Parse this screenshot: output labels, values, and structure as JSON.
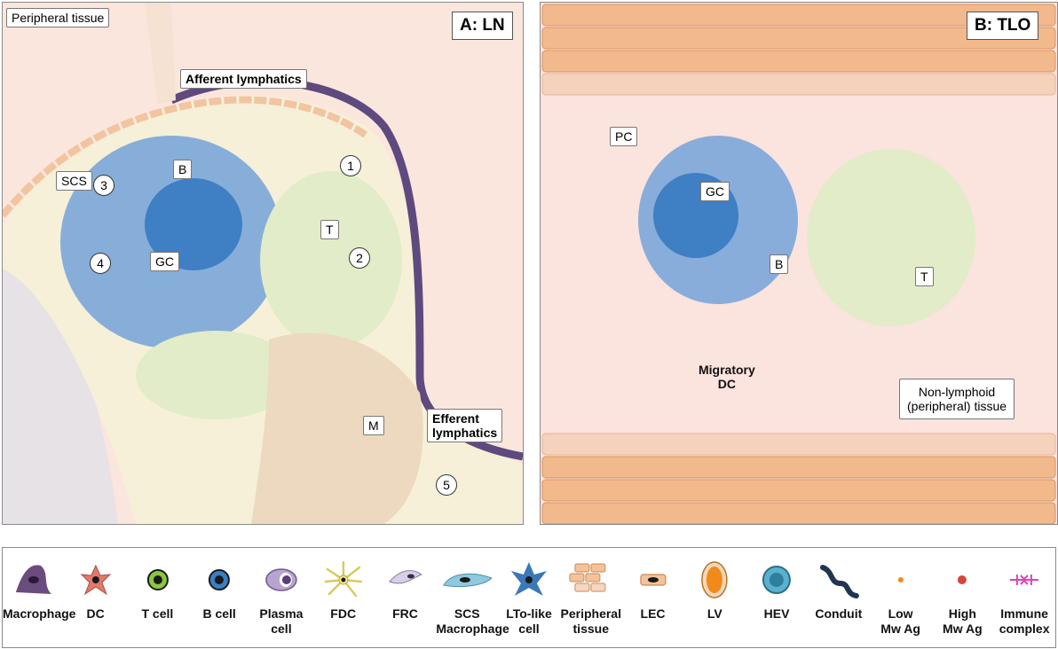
{
  "panel_a": {
    "title": "A: LN",
    "labels": {
      "peripheral_tissue": "Peripheral tissue",
      "afferent_lymphatics": "Afferent lymphatics",
      "efferent_lymphatics": "Efferent\nlymphatics",
      "scs": "SCS",
      "b": "B",
      "gc": "GC",
      "t": "T",
      "m": "M"
    },
    "steps": [
      "1",
      "2",
      "3",
      "4",
      "5"
    ]
  },
  "panel_b": {
    "title": "B: TLO",
    "labels": {
      "pc": "PC",
      "gc": "GC",
      "b": "B",
      "t": "T",
      "migratory_dc": "Migratory\nDC",
      "non_lymphoid": "Non-lymphoid\n(peripheral) tissue"
    }
  },
  "legend": {
    "items": [
      {
        "label": "Macrophage",
        "icon": "macrophage-icon",
        "color": "#6b4c7e"
      },
      {
        "label": "DC",
        "icon": "dendritic-cell-icon",
        "color": "#e07a6c"
      },
      {
        "label": "T cell",
        "icon": "t-cell-icon",
        "color": "#8cc63f"
      },
      {
        "label": "B cell",
        "icon": "b-cell-icon",
        "color": "#3a7fc1"
      },
      {
        "label": "Plasma\ncell",
        "icon": "plasma-cell-icon",
        "color": "#b9a4cf"
      },
      {
        "label": "FDC",
        "icon": "fdc-icon",
        "color": "#f2ea9a"
      },
      {
        "label": "FRC",
        "icon": "frc-icon",
        "color": "#d8cfe8"
      },
      {
        "label": "SCS\nMacrophage",
        "icon": "scs-macrophage-icon",
        "color": "#8fc9e0"
      },
      {
        "label": "LTo-like\ncell",
        "icon": "lto-like-cell-icon",
        "color": "#3b78b8"
      },
      {
        "label": "Peripheral\ntissue",
        "icon": "peripheral-tissue-icon",
        "color": "#f3c29a"
      },
      {
        "label": "LEC",
        "icon": "lec-icon",
        "color": "#f3c29a"
      },
      {
        "label": "LV",
        "icon": "lv-icon",
        "color": "#f08a1a"
      },
      {
        "label": "HEV",
        "icon": "hev-icon",
        "color": "#5ab0cf"
      },
      {
        "label": "Conduit",
        "icon": "conduit-icon",
        "color": "#1f3550"
      },
      {
        "label": "Low\nMw Ag",
        "icon": "low-mw-ag-icon",
        "color": "#f08a1a"
      },
      {
        "label": "High\nMw Ag",
        "icon": "high-mw-ag-icon",
        "color": "#d9443a"
      },
      {
        "label": "Immune\ncomplex",
        "icon": "immune-complex-icon",
        "color": "#e040c0"
      }
    ]
  }
}
